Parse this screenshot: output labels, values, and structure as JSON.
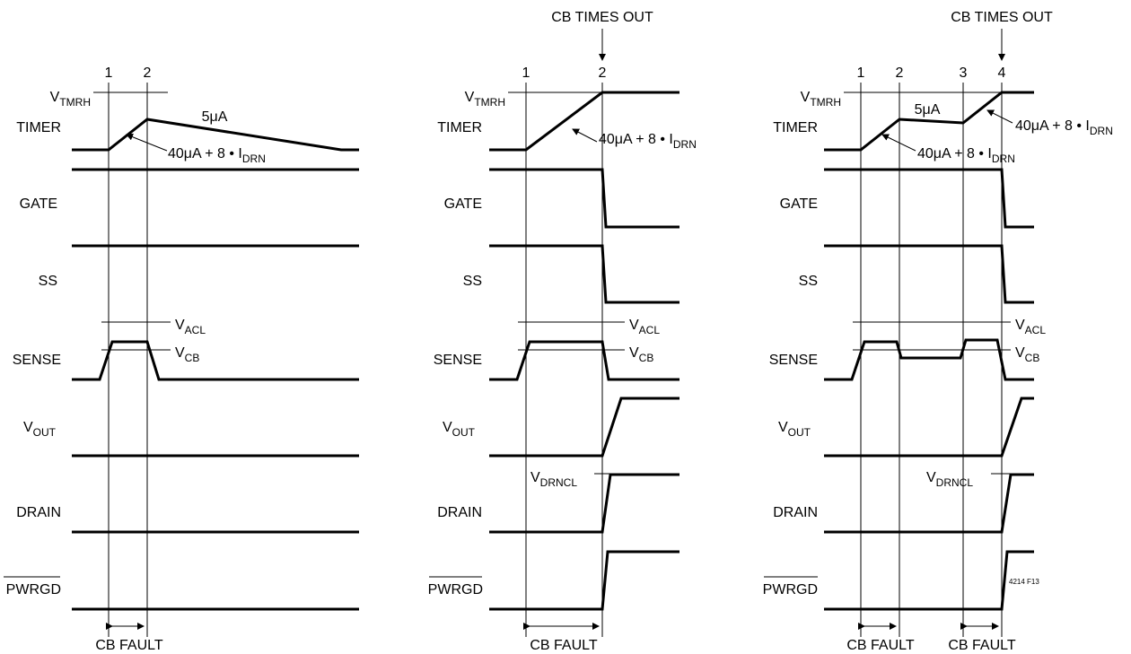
{
  "signals": {
    "vtmrh": {
      "main": "V",
      "sub": "TMRH"
    },
    "timer": "TIMER",
    "gate": "GATE",
    "ss": "SS",
    "sense": "SENSE",
    "vout": {
      "main": "V",
      "sub": "OUT"
    },
    "drain": "DRAIN",
    "pwrgd": "PWRGD"
  },
  "levels": {
    "vacl": {
      "main": "V",
      "sub": "ACL"
    },
    "vcb": {
      "main": "V",
      "sub": "CB"
    },
    "vdrncl": {
      "main": "V",
      "sub": "DRNCL"
    }
  },
  "annotations": {
    "timer_charge": {
      "main": "40μA + 8 • I",
      "sub": "DRN"
    },
    "timer_discharge": "5μA",
    "cb_fault": "CB FAULT",
    "cb_times_out": "CB TIMES OUT",
    "figure_id": "4214 F13"
  },
  "panels": [
    {
      "markers": [
        "1",
        "2"
      ]
    },
    {
      "markers": [
        "1",
        "2"
      ]
    },
    {
      "markers": [
        "1",
        "2",
        "3",
        "4"
      ]
    }
  ]
}
